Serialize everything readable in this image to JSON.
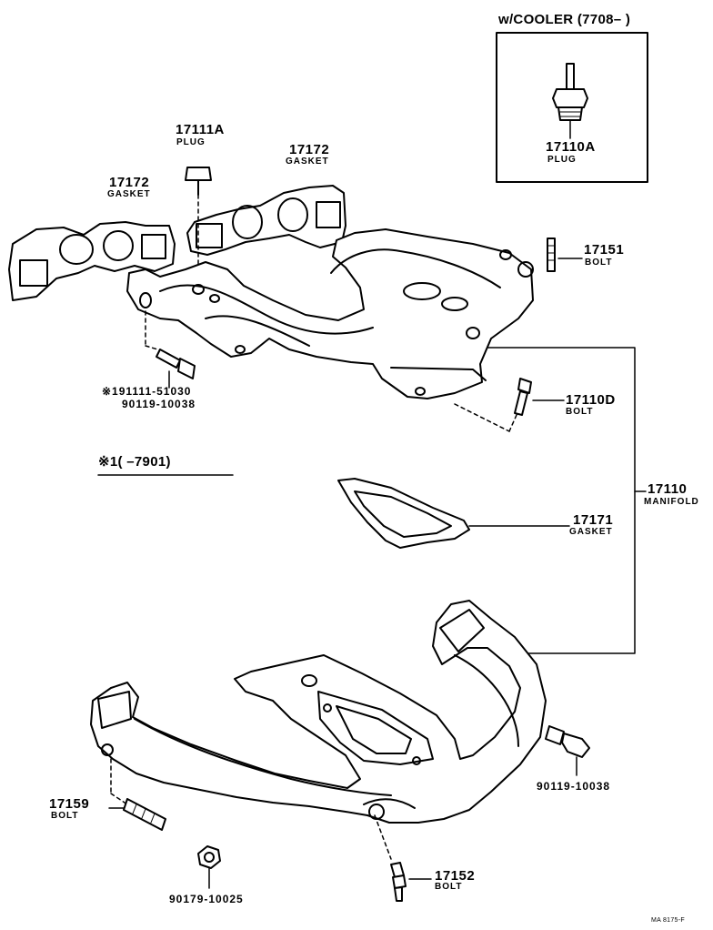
{
  "cooler_box": {
    "title": "w/COOLER (7708–        )",
    "part_no": "17110A",
    "part_name": "PLUG"
  },
  "parts": {
    "p17111A": {
      "no": "17111A",
      "name": "PLUG"
    },
    "p17172_left": {
      "no": "17172",
      "name": "GASKET"
    },
    "p17172_right": {
      "no": "17172",
      "name": "GASKET"
    },
    "p17151": {
      "no": "17151",
      "name": "BOLT"
    },
    "p17110D": {
      "no": "17110D",
      "name": "BOLT"
    },
    "p17110": {
      "no": "17110",
      "name": "MANIFOLD"
    },
    "p17171": {
      "no": "17171",
      "name": "GASKET"
    },
    "p17159": {
      "no": "17159",
      "name": "BOLT"
    },
    "p17152": {
      "no": "17152",
      "name": "BOLT"
    },
    "pn_a": "※191111-51030",
    "pn_b": "90119-10038",
    "pn_c": "90119-10038",
    "pn_d": "90179-10025"
  },
  "footnote": "※1(        –7901)",
  "stamp": "MA 8175-F"
}
